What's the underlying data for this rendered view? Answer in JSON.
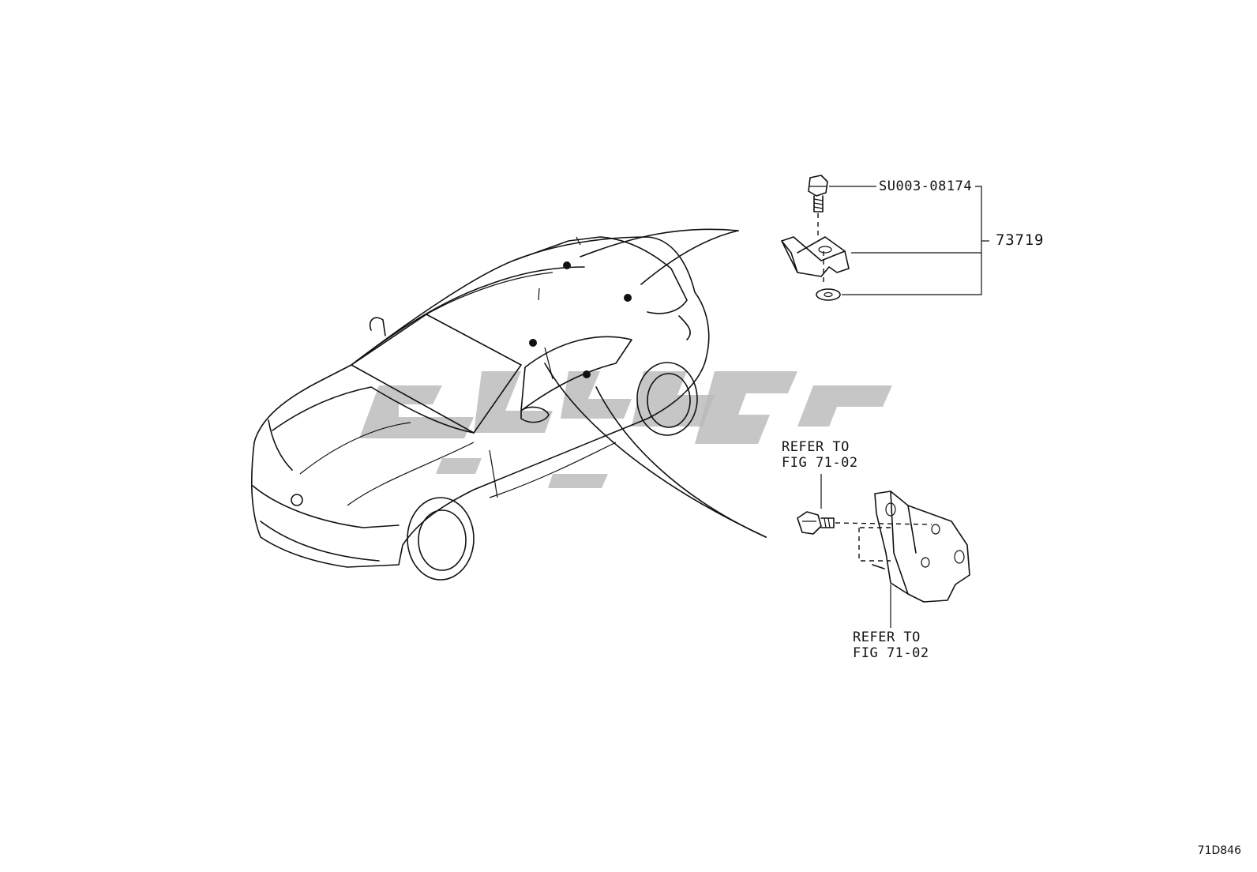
{
  "callouts": {
    "bolt_part": "SU003-08174",
    "assembly_part": "73719",
    "refer_upper": [
      "REFER TO",
      "FIG 71-02"
    ],
    "refer_lower": [
      "REFER TO",
      "FIG 71-02"
    ]
  },
  "figure_id": "71D846",
  "watermark": {
    "color": "#b9b9b9"
  }
}
